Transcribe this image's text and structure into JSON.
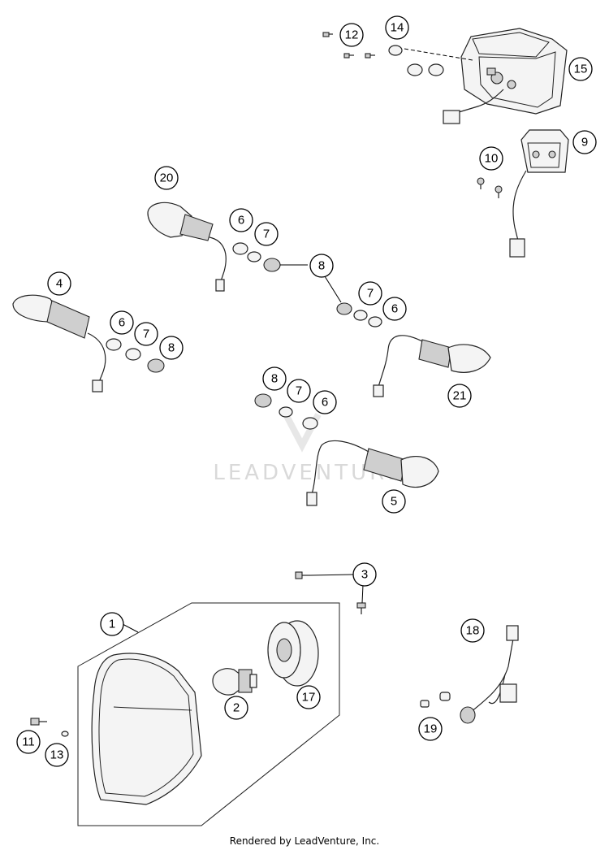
{
  "watermark": "LEADVENTURE",
  "footer": "Rendered by LeadVenture, Inc.",
  "callouts": [
    "1",
    "2",
    "3",
    "4",
    "5",
    "6",
    "7",
    "8",
    "9",
    "10",
    "11",
    "12",
    "13",
    "14",
    "15",
    "17",
    "18",
    "19",
    "20",
    "21"
  ]
}
